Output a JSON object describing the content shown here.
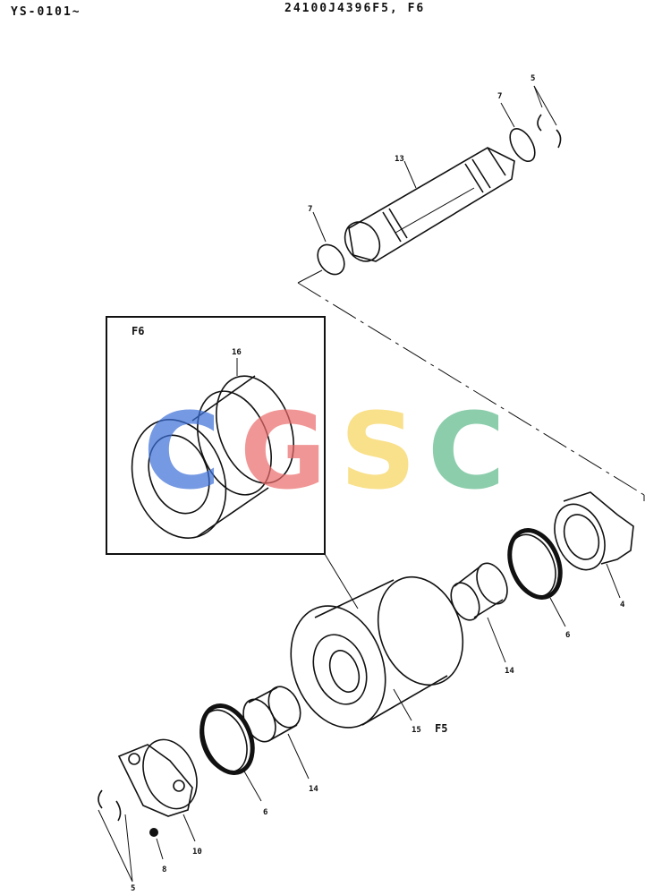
{
  "header": {
    "model_code": "YS-0101~",
    "part_number": "24100J4396F5, F6"
  },
  "inset": {
    "title": "F6",
    "callout": "16"
  },
  "main_variant_label": "F5",
  "callouts": {
    "snap_ring_top": "5",
    "o_ring_top": "7",
    "shaft": "13",
    "o_ring_left": "7",
    "collar_right": "4",
    "seal_right": "6",
    "bushing_right": "14",
    "roller_f5": "15",
    "bushing_left": "14",
    "seal_left": "6",
    "collar_left": "10",
    "plug": "8",
    "snap_ring_bottom": "5"
  },
  "watermark": {
    "letters": [
      "C",
      "G",
      "S",
      "C"
    ],
    "colors": [
      "#3b6fd8",
      "#ec6a6a",
      "#f7d35a",
      "#5cb98a"
    ]
  }
}
